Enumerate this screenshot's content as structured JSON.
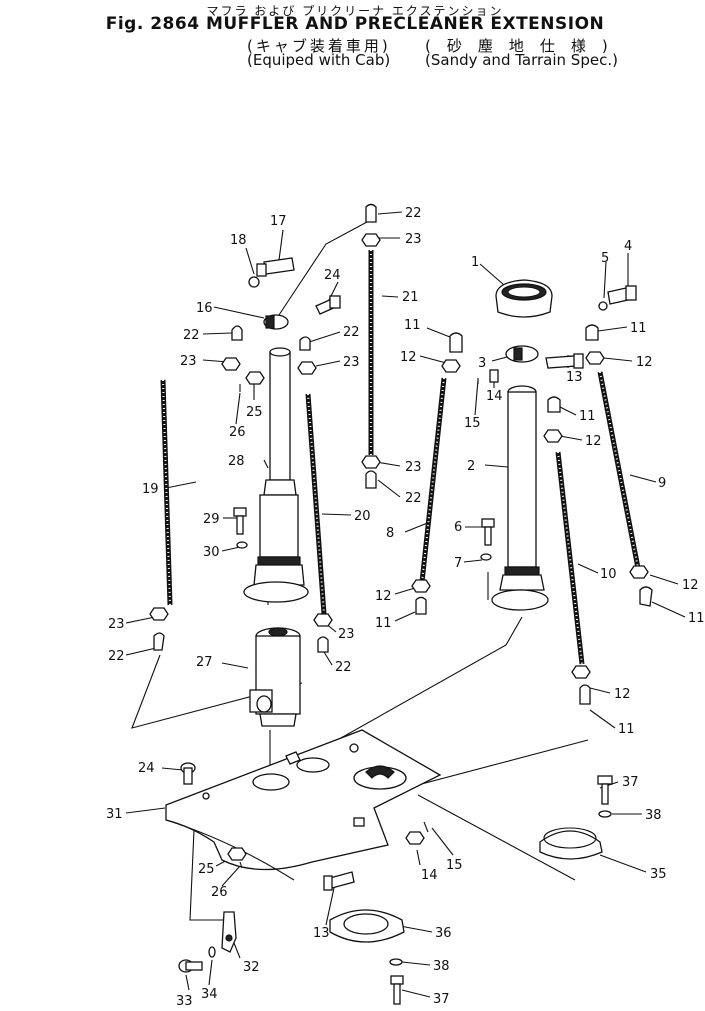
{
  "header": {
    "kana_title": "マフラ および プリクリーナ エクステンション",
    "title": "Fig. 2864 MUFFLER AND PRECLEANER EXTENSION",
    "cab_jp": "(キャブ装着車用)",
    "cab_en": "(Equiped with Cab)",
    "sandy_jp": "(砂塵地仕様)",
    "sandy_en": "(Sandy and Tarrain Spec.)"
  },
  "callouts": [
    "22",
    "23",
    "17",
    "18",
    "24",
    "16",
    "22",
    "22",
    "23",
    "23",
    "25",
    "26",
    "21",
    "1",
    "5",
    "4",
    "11",
    "3",
    "11",
    "12",
    "12",
    "13",
    "14",
    "15",
    "11",
    "12",
    "23",
    "22",
    "28",
    "19",
    "20",
    "8",
    "2",
    "9",
    "29",
    "30",
    "6",
    "7",
    "10",
    "12",
    "11",
    "12",
    "11",
    "23",
    "22",
    "23",
    "22",
    "27",
    "12",
    "11",
    "24",
    "37",
    "31",
    "38",
    "14",
    "15",
    "25",
    "26",
    "35",
    "13",
    "36",
    "32",
    "38",
    "33",
    "34",
    "37"
  ]
}
